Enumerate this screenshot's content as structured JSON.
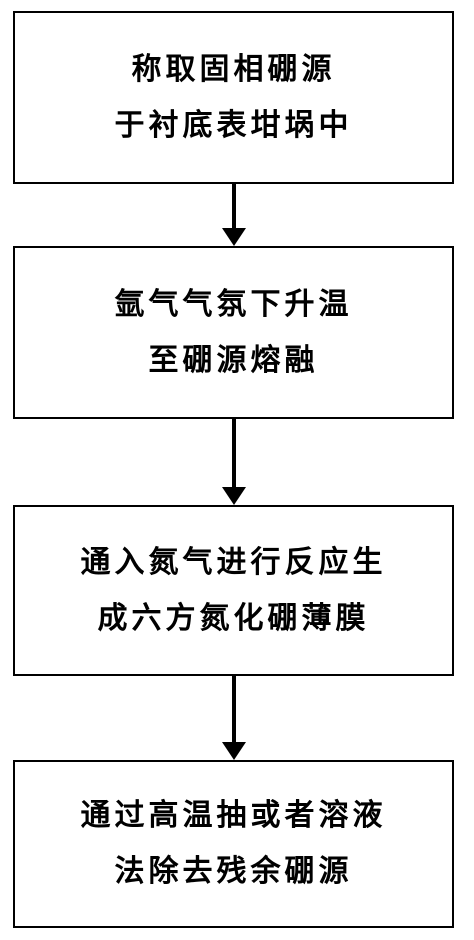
{
  "steps": [
    {
      "lines": [
        "称取固相硼源",
        "于衬底表坩埚中"
      ]
    },
    {
      "lines": [
        "氩气气氛下升温",
        "至硼源熔融"
      ]
    },
    {
      "lines": [
        "通入氮气进行反应生",
        "成六方氮化硼薄膜"
      ]
    },
    {
      "lines": [
        "通过高温抽或者溶液",
        "法除去残余硼源"
      ]
    }
  ]
}
